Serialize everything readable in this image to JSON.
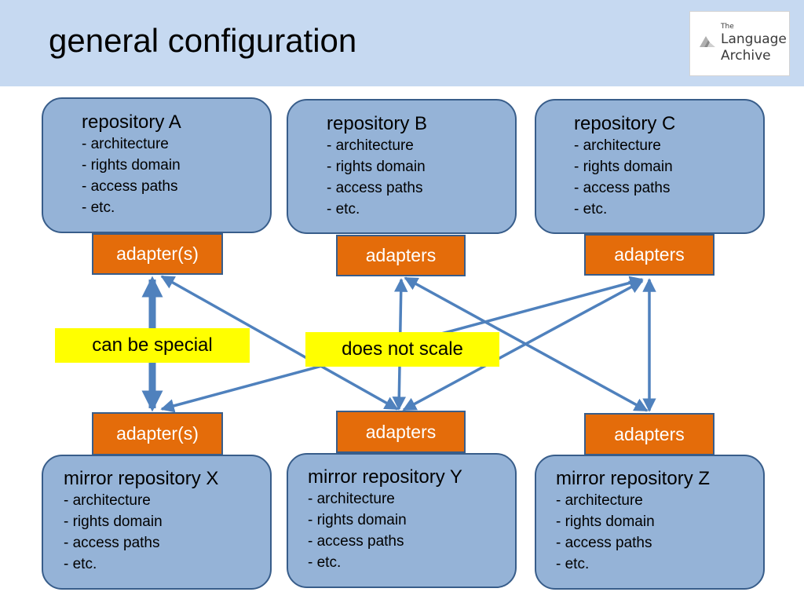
{
  "title": "general configuration",
  "logo": {
    "line1": "The",
    "line2": "Language",
    "line3": "Archive"
  },
  "repositories": [
    {
      "name": "repository A",
      "items": [
        "- architecture",
        "- rights domain",
        "- access paths",
        "- etc."
      ]
    },
    {
      "name": "repository B",
      "items": [
        "- architecture",
        "- rights domain",
        "- access paths",
        "- etc."
      ]
    },
    {
      "name": "repository C",
      "items": [
        "- architecture",
        "- rights domain",
        "- access paths",
        "- etc."
      ]
    },
    {
      "name": "mirror repository X",
      "items": [
        "- architecture",
        "- rights domain",
        "- access paths",
        "- etc."
      ]
    },
    {
      "name": "mirror repository Y",
      "items": [
        "- architecture",
        "- rights domain",
        "- access paths",
        "- etc."
      ]
    },
    {
      "name": "mirror repository Z",
      "items": [
        "- architecture",
        "- rights domain",
        "- access paths",
        "- etc."
      ]
    }
  ],
  "adapters": {
    "top": [
      "adapter(s)",
      "adapters",
      "adapters"
    ],
    "bottom": [
      "adapter(s)",
      "adapters",
      "adapters"
    ]
  },
  "notes": {
    "special": "can be special",
    "scale": "does not scale"
  },
  "colors": {
    "header": "#c6d9f1",
    "box_fill": "#95b3d7",
    "box_border": "#385d8a",
    "adapter": "#e46c0a",
    "note": "#ffff00",
    "arrow": "#4f81bd"
  }
}
